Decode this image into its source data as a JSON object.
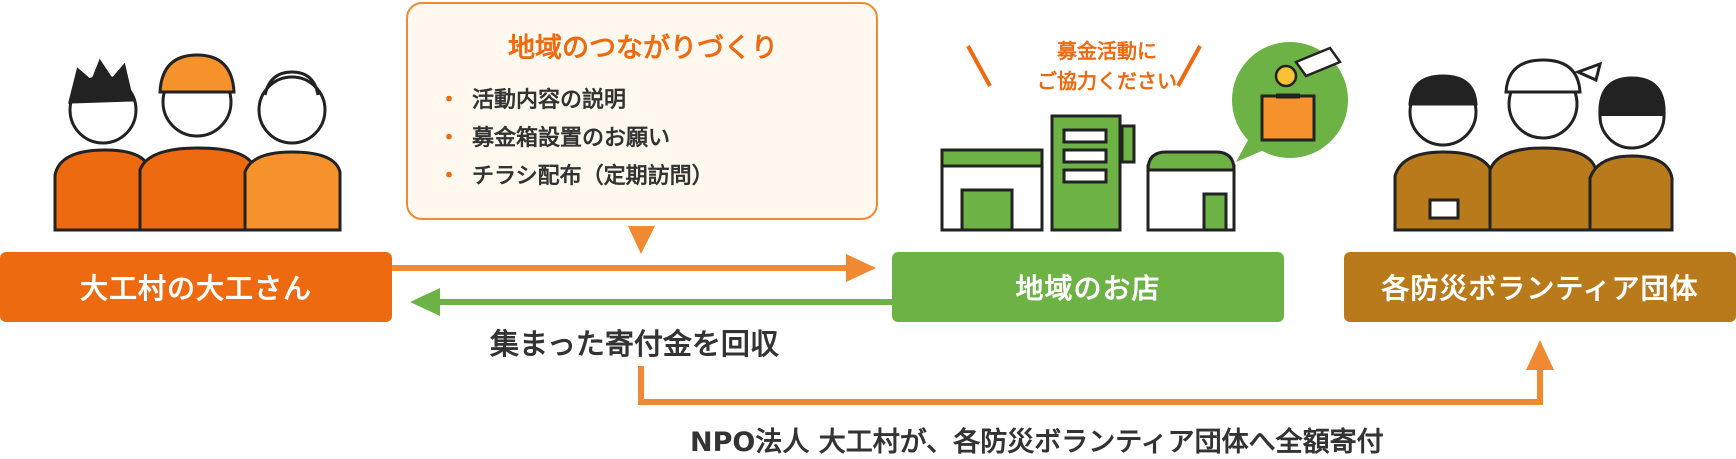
{
  "nodes": {
    "daiku": "大工村の大工さん",
    "shop": "地域のお店",
    "org": "各防災ボランティア団体"
  },
  "callout": {
    "title": "地域のつながりづくり",
    "items": [
      "活動内容の説明",
      "募金箱設置のお願い",
      "チラシ配布（定期訪問）"
    ],
    "bullet": "・"
  },
  "shop_bubble": {
    "line1": "募金活動に",
    "line2": "ご協力ください"
  },
  "edges": {
    "collect": "集まった寄付金を回収",
    "donate": "NPO法人 大工村が、各防災ボランティア団体へ全額寄付"
  },
  "colors": {
    "orange": "#ee6a10",
    "green": "#6db245",
    "brown": "#b97a1c",
    "arrow_orange": "#f08a32",
    "arrow_green": "#6db245"
  },
  "icons": [
    "carpenters-illustration",
    "bear-mascot-icon",
    "shop-buildings-icon",
    "donation-box-icon",
    "volunteers-illustration"
  ]
}
